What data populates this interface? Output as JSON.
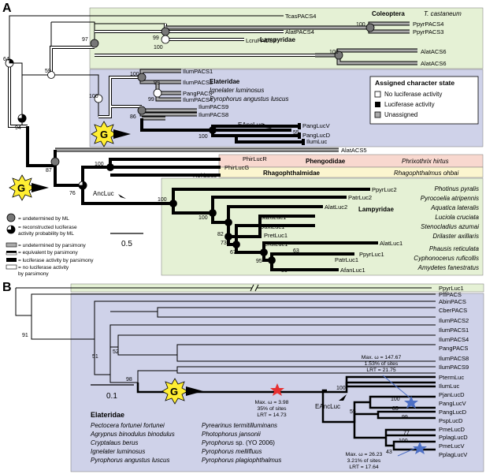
{
  "panelA": {
    "label": "A",
    "tips": {
      "TcasPACS4": "TcasPACS4",
      "PpyrPACS4": "PpyrPACS4",
      "PpyrPACS3": "PpyrPACS3",
      "AlatPACS4": "AlatPACS4",
      "LcruPACS2": "LcruPACS2",
      "AlatACS6a": "AlatACS6",
      "AlatACS6b": "AlatACS6",
      "IlumPACS1": "IlumPACS1",
      "IlumPACS2": "IlumPACS2",
      "PangPACS": "PangPACS",
      "IlumPACS4": "IlumPACS4",
      "IlumPACS9": "IlumPACS9",
      "IlumPACS8": "IlumPACS8",
      "PangLucV": "PangLucV",
      "PangLucD": "PangLucD",
      "IlumLuc": "IlumLuc",
      "AlatACS5": "AlatACS5",
      "PhirLucR": "PhirLucR",
      "PhirLucG": "PhirLucG",
      "RohbLuc": "RohbLuc",
      "PpyrLuc2": "PpyrLuc2",
      "PatrLuc2": "PatrLuc2",
      "AlatLuc2": "AlatLuc2",
      "SazuLuc1": "SazuLuc1",
      "DaxiLuc1": "DaxiLuc1",
      "PretLuc1": "PretLuc1",
      "CrufLuc1": "CrufLuc1",
      "AlatLuc1": "AlatLuc1",
      "PpyrLuc1": "PpyrLuc1",
      "PatrLuc1": "PatrLuc1",
      "AfanLuc1": "AfanLuc1"
    },
    "bootstraps": {
      "b64": "64",
      "b59": "59",
      "b94": "94",
      "b97": "97",
      "b99a": "99",
      "b100a": "100",
      "b100b": "100",
      "b100c": "100",
      "b99b": "99",
      "b99c": "99",
      "b100d": "100",
      "b100e": "100",
      "b86": "86",
      "b55": "55",
      "b100f": "100",
      "b87": "87",
      "b100g": "100",
      "b76": "76",
      "b100h": "100",
      "b100i": "100",
      "b82": "82",
      "b73": "73",
      "b67": "67",
      "b63": "63",
      "b95": "95",
      "b86b": "86"
    },
    "nodes": {
      "anc_luc": "AncLuc",
      "eanc_luc": "EAncLuc"
    },
    "clades": {
      "coleoptera": "Coleoptera",
      "tcastaneum": "T. castaneum",
      "lampyridae_top": "Lampyridae",
      "elateridae_title": "Elateridae",
      "elateridae_sp1": "Ignelater luminosus",
      "elateridae_sp2": "Pyrophorus angustus luscus",
      "phengodidae": "Phengodidae",
      "phrixothrix": "Phrixothrix hirtus",
      "rhagophthalmidae": "Rhagophthalmidae",
      "rhagophthalmus": "Rhagophthalmus ohbai",
      "lampyridae": "Lampyridae",
      "lamp_species": [
        "Photinus pyralis",
        "Pyrocoelia atripennis",
        "Aquatica lateralis",
        "Luciola cruciata",
        "Stenocladius azumai",
        "Drilaster axillaris",
        "Phausis reticulata",
        "Cyphonocerus ruficollis",
        "Amydetes fanestratus"
      ]
    },
    "legend": {
      "title": "Assigned character state",
      "items": [
        "No luciferase activity",
        "Luciferase activity",
        "Unassigned"
      ]
    },
    "key": [
      "= undetermined by ML",
      "= reconstructed luciferase",
      "activity probability by ML",
      "= undetermined by parsimony",
      "= equivalent by parsimony",
      "= luciferase activity by parsimony",
      "= no luciferase activity",
      "by parsimony"
    ],
    "scale": "0.5",
    "gain_badge": "G"
  },
  "panelB": {
    "label": "B",
    "tips": {
      "PpyrLuc1": "PpyrLuc1",
      "PffPACS": "PffPACS",
      "AbinPACS": "AbinPACS",
      "CberPACS": "CberPACS",
      "IlumPACS2": "IlumPACS2",
      "IlumPACS1": "IlumPACS1",
      "IlumPACS4": "IlumPACS4",
      "PangPACS": "PangPACS",
      "IlumPACS8": "IlumPACS8",
      "IlumPACS9": "IlumPACS9",
      "PtermLuc": "PtermLuc",
      "IlumLuc": "IlumLuc",
      "PjanLucD": "PjanLucD",
      "PangLucV": "PangLucV",
      "PangLucD": "PangLucD",
      "PspLucD": "PspLucD",
      "PmeLucD": "PmeLucD",
      "PplagLucD": "PplagLucD",
      "PmeLucV": "PmeLucV",
      "PplagLucV": "PplagLucV"
    },
    "bootstraps": {
      "b91": "91",
      "b52": "52",
      "b51": "51",
      "b98": "98",
      "b100a": "100",
      "b55": "55",
      "b100b": "100",
      "b85": "85",
      "b99": "99",
      "b77": "77",
      "b100c": "100",
      "b43": "43"
    },
    "eanc_luc": "EAncLuc",
    "annotation_red": [
      "Max. ω = 3.98",
      "35% of sites",
      "LRT = 14.73"
    ],
    "annotation_blue1": [
      "Max. ω = 147.67",
      "1.53% of sites",
      "LRT = 21.75"
    ],
    "annotation_blue2": [
      "Max. ω = 26.23",
      "3.21% of sites",
      "LRT = 17.64"
    ],
    "scale": "0.1",
    "gain_badge": "G",
    "elateridae_title": "Elateridae",
    "species_left": [
      "Pectocera fortunei fortunei",
      "Agrypnus binodulus binodulus",
      "Cryptalaus berus",
      "Ignelater luminosus",
      "Pyrophorus angustus luscus"
    ],
    "species_right_italic": [
      "Pyrearinus termitilluminans",
      "Photophorus jansonii",
      "Pyrophorus",
      "Pyrophorus mellifluus",
      "Pyrophorus plagiophthalmus"
    ],
    "species_right_suffix": " sp. (YO 2006)"
  },
  "colors": {
    "green_bg": "#e5f1d5",
    "blue_bg": "#cfd2e9",
    "pink_bg": "#f8d8cf",
    "yellow_bg": "#fbf5cf",
    "grey_branch": "#aaaaaa",
    "gain_yellow": "#ffee33",
    "red_star": "#e63030",
    "blue_star": "#4d6fc4"
  }
}
